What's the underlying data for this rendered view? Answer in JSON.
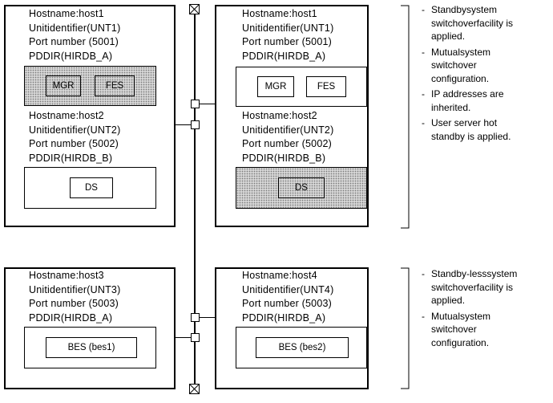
{
  "servers": {
    "top_left": {
      "host1": [
        "Hostname:host1",
        "Unitidentifier(UNT1)",
        "Port number (5001)",
        "PDDIR(HIRDB_A)"
      ],
      "host2": [
        "Hostname:host2",
        "Unitidentifier(UNT2)",
        "Port number (5002)",
        "PDDIR(HIRDB_B)"
      ],
      "units_a": [
        "MGR",
        "FES"
      ],
      "units_b": [
        "DS"
      ]
    },
    "top_right": {
      "host1": [
        "Hostname:host1",
        "Unitidentifier(UNT1)",
        "Port number (5001)",
        "PDDIR(HIRDB_A)"
      ],
      "host2": [
        "Hostname:host2",
        "Unitidentifier(UNT2)",
        "Port number (5002)",
        "PDDIR(HIRDB_B)"
      ],
      "units_a": [
        "MGR",
        "FES"
      ],
      "units_b": [
        "DS"
      ]
    },
    "bottom_left": {
      "host": [
        "Hostname:host3",
        "Unitidentifier(UNT3)",
        "Port number (5003)",
        "PDDIR(HIRDB_A)"
      ],
      "unit": "BES (bes1)"
    },
    "bottom_right": {
      "host": [
        "Hostname:host4",
        "Unitidentifier(UNT4)",
        "Port number (5003)",
        "PDDIR(HIRDB_A)"
      ],
      "unit": "BES (bes2)"
    }
  },
  "notes_top": [
    [
      "Standbysystem",
      "switchoverfacility is",
      "applied."
    ],
    [
      "Mutualsystem",
      "switchover",
      "configuration."
    ],
    [
      "IP addresses are",
      "inherited."
    ],
    [
      "User server hot",
      "standby is applied."
    ]
  ],
  "notes_bottom": [
    [
      "Standby-lesssystem",
      "switchoverfacility is",
      "applied."
    ],
    [
      "Mutualsystem",
      "switchover",
      "configuration."
    ]
  ]
}
